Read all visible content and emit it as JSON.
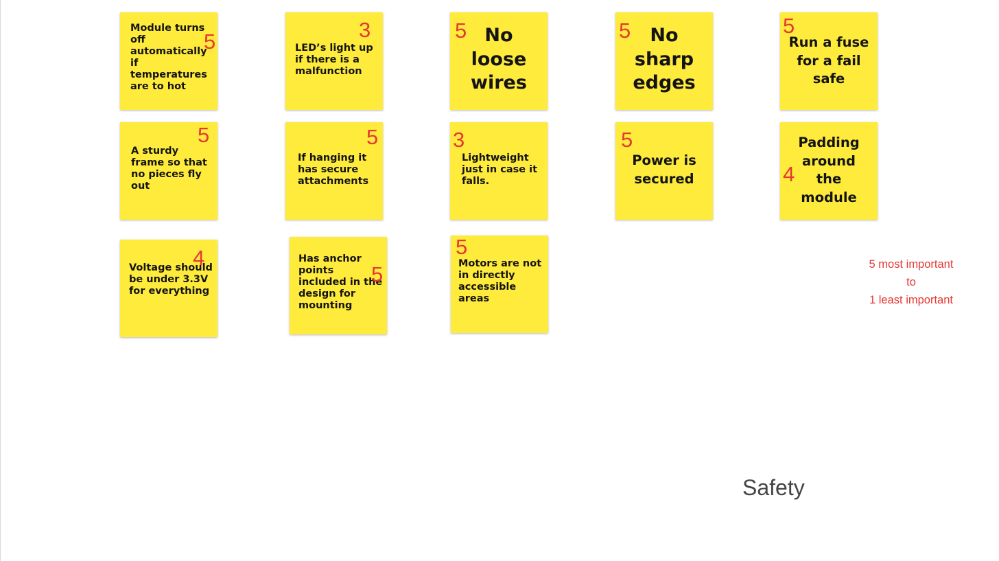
{
  "board": {
    "title": "Safety"
  },
  "legend": {
    "line1": "5 most important",
    "line2": "to",
    "line3": "1 least important"
  },
  "notes": [
    {
      "text": "Module turns off automatically if temperatures are to hot",
      "score": "5"
    },
    {
      "text": "LED’s light up if there is a malfunction",
      "score": "3"
    },
    {
      "text": "No loose wires",
      "score": "5"
    },
    {
      "text": "No sharp edges",
      "score": "5"
    },
    {
      "text": "Run a fuse for a fail safe",
      "score": "5"
    },
    {
      "text": "A sturdy frame so that no pieces fly out",
      "score": "5"
    },
    {
      "text": "If hanging it has secure attachments",
      "score": "5"
    },
    {
      "text": "Lightweight just in case it falls.",
      "score": "3"
    },
    {
      "text": "Power is secured",
      "score": "5"
    },
    {
      "text": "Padding around the module",
      "score": "4"
    },
    {
      "text": "Voltage should be under 3.3V for everything",
      "score": "4"
    },
    {
      "text": "Has anchor points included in the design for mounting",
      "score": "5"
    },
    {
      "text": "Motors are not in directly accessible areas",
      "score": "5"
    }
  ],
  "colors": {
    "note_fill": "#ffeb3b",
    "score_text": "#e53935",
    "legend_text": "#e53935",
    "title_text": "#444444"
  }
}
